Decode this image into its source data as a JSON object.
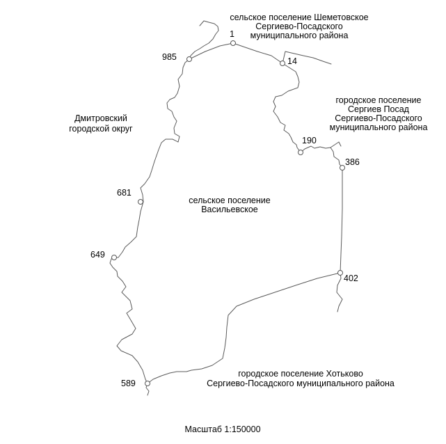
{
  "map": {
    "regions": {
      "shemetovskoe": [
        "сельское поселение Шеметовское",
        "Сергиево-Посадского",
        "муниципального района"
      ],
      "sergiev_posad": [
        "городское поселение",
        "Сергиев Посад",
        "Сергиево-Посадского",
        "муниципального района"
      ],
      "dmitrovsky": [
        "Дмитровский",
        "городской округ"
      ],
      "vasilievskoe": [
        "сельское поселение",
        "Васильевское"
      ],
      "khotkovo": [
        "городское поселение Хотьково",
        "Сергиево-Посадского муниципального района"
      ]
    },
    "points": {
      "p1": "1",
      "p14": "14",
      "p985": "985",
      "p190": "190",
      "p386": "386",
      "p681": "681",
      "p649": "649",
      "p402": "402",
      "p589": "589"
    },
    "scale": "Масштаб 1:150000"
  }
}
